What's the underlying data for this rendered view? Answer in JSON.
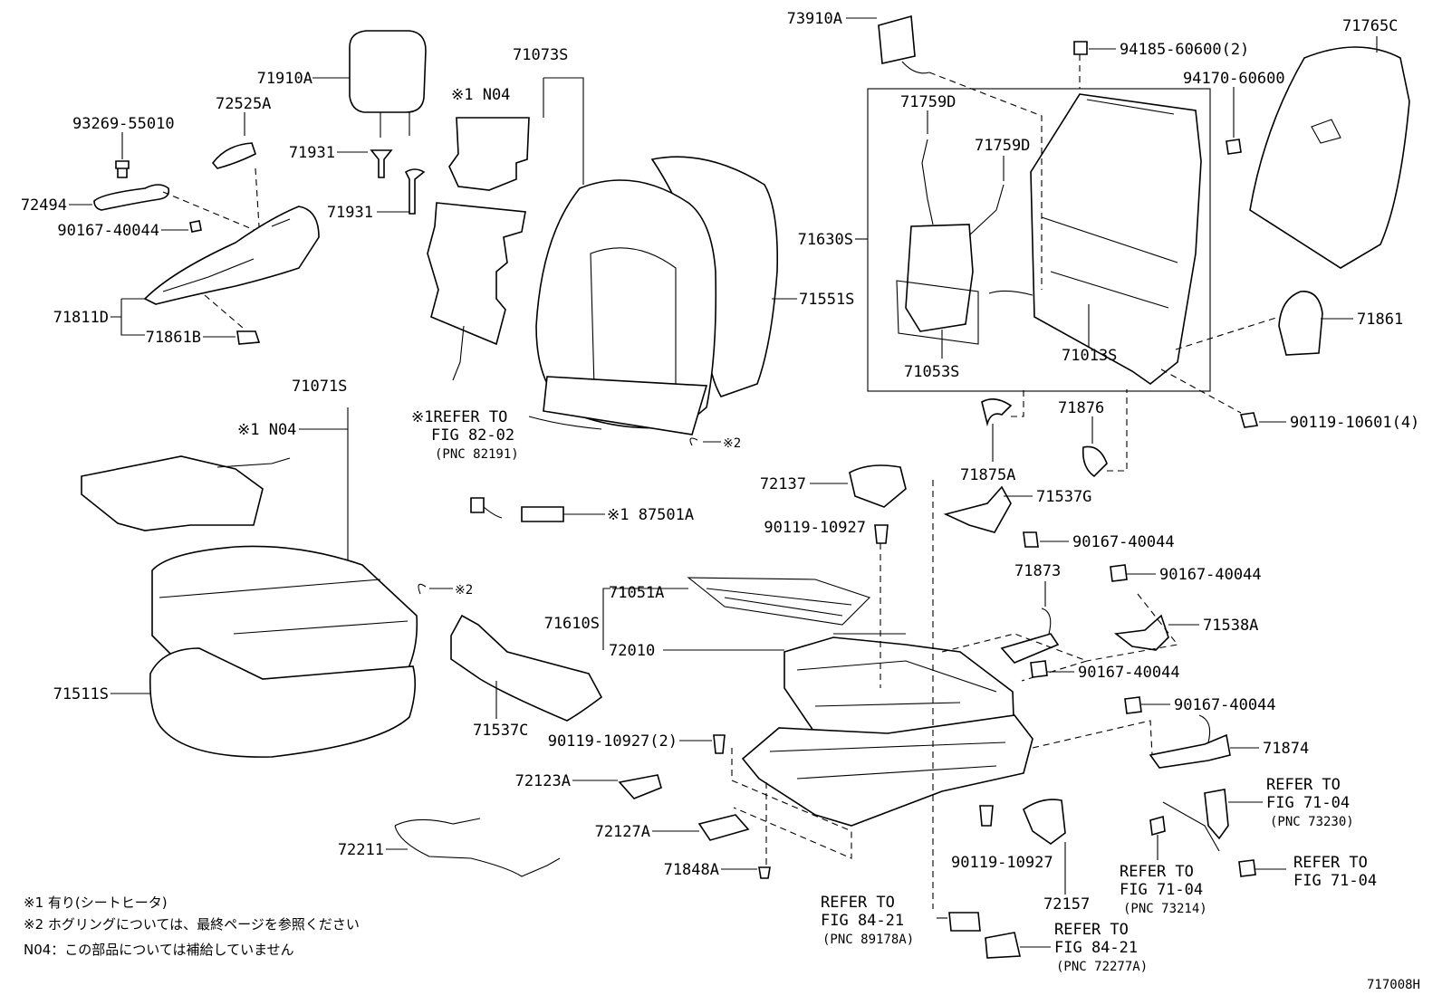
{
  "labels": {
    "p71910A": "71910A",
    "p72525A": "72525A",
    "p93269": "93269-55010",
    "p71931a": "71931",
    "p71931b": "71931",
    "p72494": "72494",
    "p90167_a": "90167-40044",
    "p71811D": "71811D",
    "p71861B": "71861B",
    "p71073S": "71073S",
    "p71073S_n04": "※1 N04",
    "p71551S": "71551S",
    "p71071S": "71071S",
    "p71071S_n04": "※1 N04",
    "p71511S": "71511S",
    "ring1": "※2",
    "ring2": "※2",
    "p87501A": "※1 87501A",
    "p71537C": "71537C",
    "p73910A": "73910A",
    "p94185": "94185-60600(2)",
    "p94170": "94170-60600",
    "p71765C": "71765C",
    "p71759D_a": "71759D",
    "p71759D_b": "71759D",
    "p71630S": "71630S",
    "p71053S": "71053S",
    "p71013S": "71013S",
    "p71861": "71861",
    "p90119_10601": "90119-10601(4)",
    "p71875A": "71875A",
    "p71876": "71876",
    "p71537G": "71537G",
    "p72137": "72137",
    "p90119_10927_a": "90119-10927",
    "p90167_b": "90167-40044",
    "p71873": "71873",
    "p90167_c": "90167-40044",
    "p71538A": "71538A",
    "p90167_d": "90167-40044",
    "p71610S": "71610S",
    "p71051A": "71051A",
    "p72010": "72010",
    "p90119_10927_2": "90119-10927(2)",
    "p90167_e": "90167-40044",
    "p71874": "71874",
    "p72123A": "72123A",
    "p72127A": "72127A",
    "p72211": "72211",
    "p71848A": "71848A",
    "p90119_10927_b": "90119-10927",
    "p72157": "72157",
    "figure_id": "717008H"
  },
  "refers": {
    "r82": {
      "l1": "※1REFER TO",
      "l2": "FIG 82-02",
      "l3": "(PNC 82191)"
    },
    "r73230": {
      "l1": "REFER TO",
      "l2": "FIG 71-04",
      "l3": "(PNC 73230)"
    },
    "r73214": {
      "l1": "REFER TO",
      "l2": "FIG 71-04",
      "l3": "(PNC 73214)"
    },
    "r7104": {
      "l1": "REFER TO",
      "l2": "FIG 71-04"
    },
    "r89178": {
      "l1": "REFER TO",
      "l2": "FIG 84-21",
      "l3": "(PNC 89178A)"
    },
    "r72277": {
      "l1": "REFER TO",
      "l2": "FIG 84-21",
      "l3": "(PNC 72277A)"
    }
  },
  "notes": {
    "n1": "※1 有り(シートヒータ)",
    "n2": "※2  ホグリングについては、最終ページを参照ください",
    "n3": "N04：この部品については補給していません"
  }
}
